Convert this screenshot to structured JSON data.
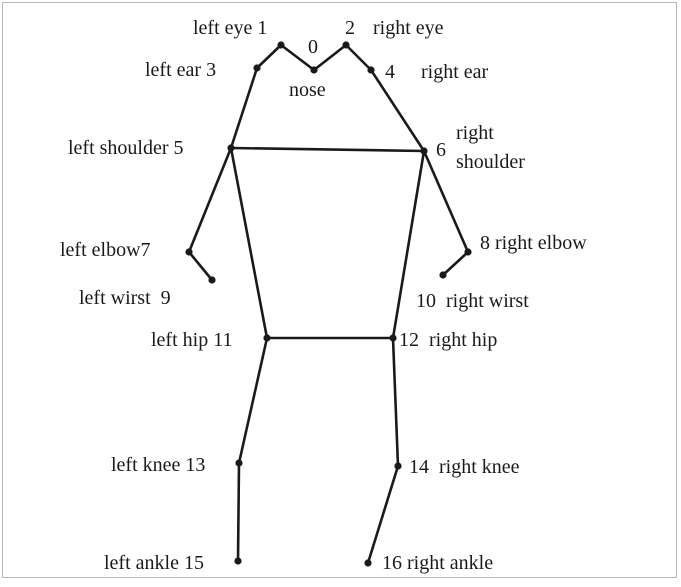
{
  "labels": {
    "k0": "0",
    "nose": "nose",
    "left_eye": "left eye 1",
    "right_eye_num": "2",
    "right_eye": "right eye",
    "left_ear": "left ear 3",
    "right_ear_num": "4",
    "right_ear": "right ear",
    "left_shoulder": "left shoulder 5",
    "right_shoulder_num": "6",
    "right_shoulder_l1": "right",
    "right_shoulder_l2": "shoulder",
    "left_elbow": "left elbow7",
    "right_elbow": "8 right elbow",
    "left_wrist": "left wirst  9",
    "right_wrist": "10  right wirst",
    "left_hip": "left hip 11",
    "right_hip": "12  right hip",
    "left_knee": "left knee 13",
    "right_knee": "14  right knee",
    "left_ankle": "left ankle 15",
    "right_ankle": "16 right ankle"
  },
  "colors": {
    "line": "#1a1a1a",
    "joint": "#1a1a1a",
    "border": "#b8b8b8"
  }
}
